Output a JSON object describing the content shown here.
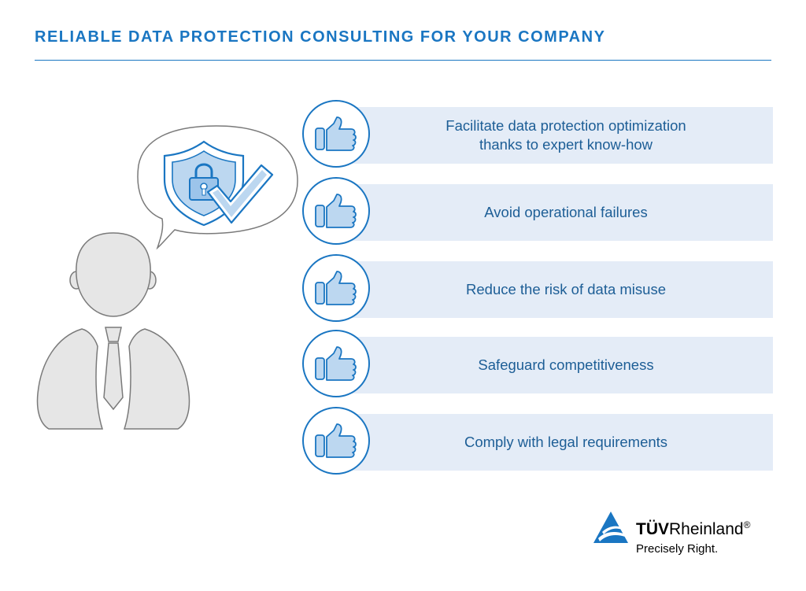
{
  "header": {
    "title": "RELIABLE DATA PROTECTION CONSULTING FOR YOUR COMPANY"
  },
  "illustration": {
    "figure": "person-icon",
    "speech_icon": "shield-lock-check-icon"
  },
  "benefits": [
    {
      "label": "Facilitate data protection optimization\nthanks to expert know-how",
      "icon": "thumbs-up-icon"
    },
    {
      "label": "Avoid operational failures",
      "icon": "thumbs-up-icon"
    },
    {
      "label": "Reduce the risk of data misuse",
      "icon": "thumbs-up-icon"
    },
    {
      "label": "Safeguard competitiveness",
      "icon": "thumbs-up-icon"
    },
    {
      "label": "Comply with legal requirements",
      "icon": "thumbs-up-icon"
    }
  ],
  "logo": {
    "brand_bold": "TÜV",
    "brand_rest": "Rheinland",
    "registered": "®",
    "tagline": "Precisely Right."
  },
  "colors": {
    "accent": "#1a76c2",
    "bar": "#e4ecf7",
    "text": "#1d5e96",
    "figure": "#e6e6e6"
  }
}
